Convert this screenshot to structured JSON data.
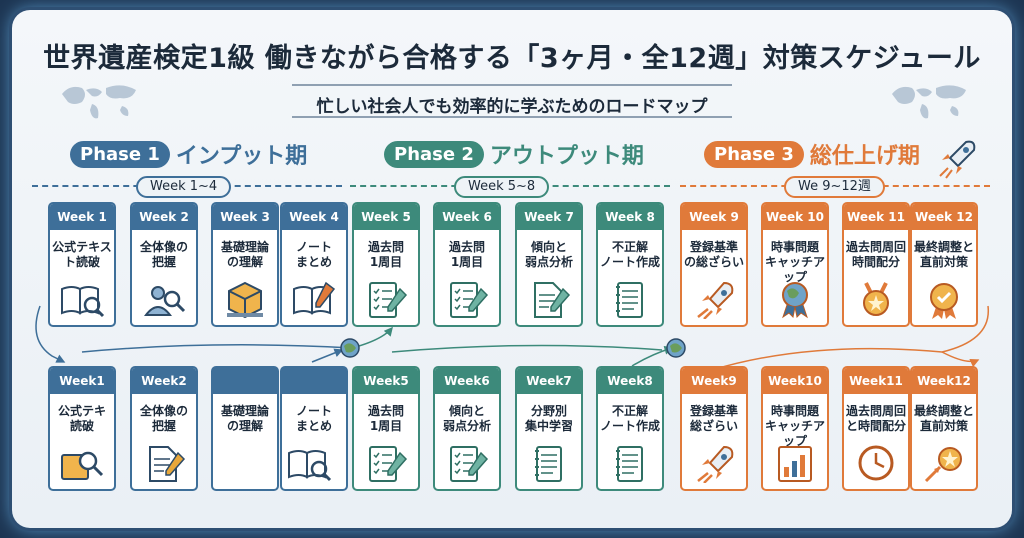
{
  "title": "世界遺産検定1級 働きながら合格する「3ヶ月・全12週」対策スケジュール",
  "subtitle": "忙しい社会人でも効率的に学ぶためのロードマップ",
  "colors": {
    "phase1": "#3e6f99",
    "phase2": "#3d8a7b",
    "phase3": "#e07a3a"
  },
  "phases": [
    {
      "label": "Phase 1",
      "name": "インプット期",
      "weeks": "Week 1~4"
    },
    {
      "label": "Phase 2",
      "name": "アウトプット期",
      "weeks": "Week 5~8"
    },
    {
      "label": "Phase 3",
      "name": "総仕上げ期",
      "weeks": "We 9~12週"
    }
  ],
  "row1": [
    {
      "week": "Week 1",
      "text": "公式テキス\nト読破",
      "icon": "open-book-magnifier-icon"
    },
    {
      "week": "Week 2",
      "text": "全体像の\n把握",
      "icon": "person-magnifier-icon"
    },
    {
      "week": "Week 3",
      "text": "基礎理論\nの理解",
      "icon": "box-icon"
    },
    {
      "week": "Week 4",
      "text": "ノート\nまとめ",
      "icon": "notebook-pencil-icon"
    },
    {
      "week": "Week 5",
      "text": "過去問\n1周目",
      "icon": "checklist-pencil-icon"
    },
    {
      "week": "Week 6",
      "text": "過去問\n1周目",
      "icon": "checklist-pencil-icon"
    },
    {
      "week": "Week 7",
      "text": "傾向と\n弱点分析",
      "icon": "document-pencil-icon"
    },
    {
      "week": "Week 8",
      "text": "不正解\nノート作成",
      "icon": "notebook-icon"
    },
    {
      "week": "Week 9",
      "text": "登録基準\nの総ざらい",
      "icon": "rocket-icon"
    },
    {
      "week": "Week 10",
      "text": "時事問題\nキャッチアップ",
      "icon": "globe-badge-icon"
    },
    {
      "week": "Week 11",
      "text": "過去問周回\n時間配分",
      "icon": "medal-icon"
    },
    {
      "week": "Week 12",
      "text": "最終調整と\n直前対策",
      "icon": "medal-check-icon"
    }
  ],
  "row2": [
    {
      "week": "Week1",
      "text": "公式テキ\n読破",
      "icon": "folder-magnifier-icon"
    },
    {
      "week": "Week2",
      "text": "全体像の\n把握",
      "icon": "document-pencil-icon"
    },
    {
      "week": "",
      "text": "基礎理論\nの理解",
      "icon": ""
    },
    {
      "week": "",
      "text": "ノート\nまとめ",
      "icon": "open-book-magnifier-icon"
    },
    {
      "week": "Week5",
      "text": "過去問\n1周目",
      "icon": "checklist-pencil-icon"
    },
    {
      "week": "Week6",
      "text": "傾向と\n弱点分析",
      "icon": "checklist-pencil-icon"
    },
    {
      "week": "Week7",
      "text": "分野別\n集中学習",
      "icon": "notebook-icon"
    },
    {
      "week": "Week8",
      "text": "不正解\nノート作成",
      "icon": "notebook-icon"
    },
    {
      "week": "Week9",
      "text": "登録基準\n総ざらい",
      "icon": "rocket-icon"
    },
    {
      "week": "Week10",
      "text": "時事問題\nキャッチアップ",
      "icon": "chart-icon"
    },
    {
      "week": "Week11",
      "text": "過去問周回\nと時間配分",
      "icon": "clock-icon"
    },
    {
      "week": "Week12",
      "text": "最終調整と\n直前対策",
      "icon": "rocket-badge-icon"
    }
  ]
}
